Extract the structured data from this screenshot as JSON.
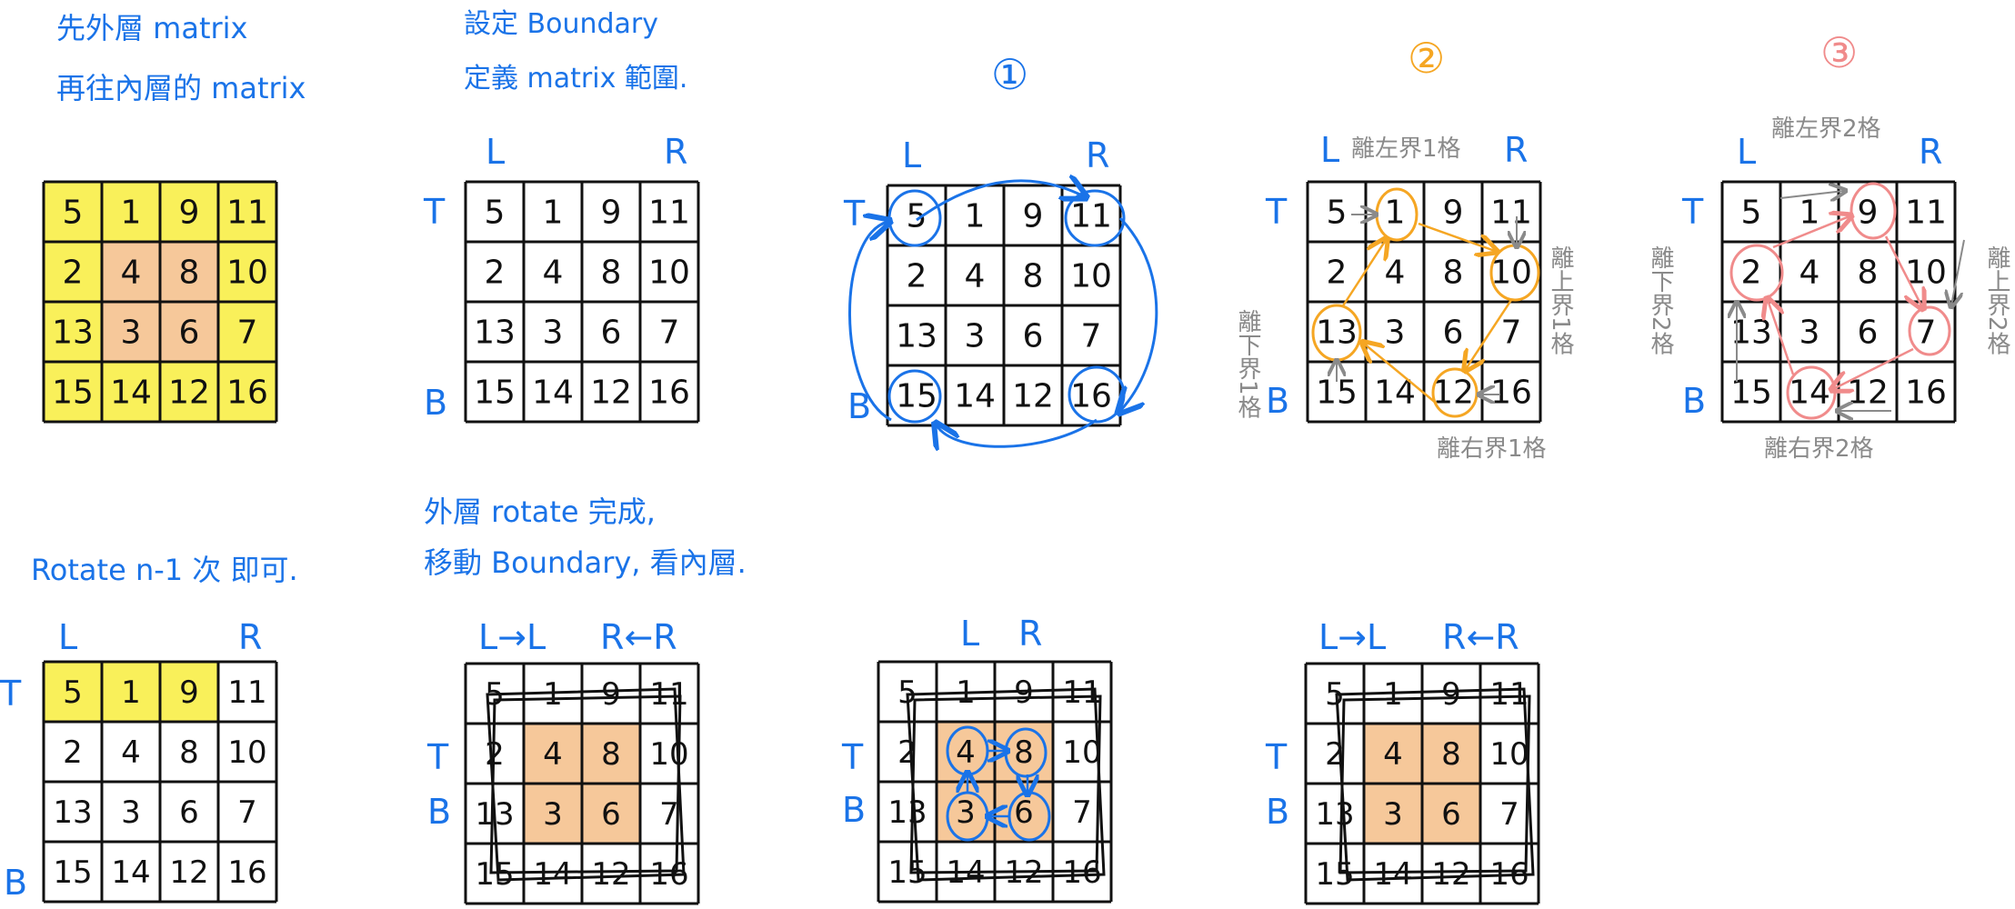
{
  "matrix": [
    [
      "5",
      "1",
      "9",
      "11"
    ],
    [
      "2",
      "4",
      "8",
      "10"
    ],
    [
      "13",
      "3",
      "6",
      "7"
    ],
    [
      "15",
      "14",
      "12",
      "16"
    ]
  ],
  "notes": {
    "note1_line1": "先外層 matrix",
    "note1_line2": "再往內層的 matrix",
    "note2_line1": "設定 Boundary",
    "note2_line2": "定義 matrix 範圍.",
    "note3": "Rotate  n-1 次 即可.",
    "note4_line1": "外層 rotate 完成,",
    "note4_line2": "移動 Boundary, 看內層."
  },
  "step_labels": {
    "s1": "①",
    "s2": "②",
    "s3": "③"
  },
  "boundary": {
    "L": "L",
    "R": "R",
    "T": "T",
    "B": "B",
    "L_move": "L→L",
    "R_move": "R←R"
  },
  "annotations": {
    "left_1": "離左界1格",
    "right_1": "離右界1格",
    "top_1": "離上界1格",
    "bottom_1": "離下界1格",
    "left_2": "離左界2格",
    "right_2": "離右界2格",
    "top_2": "離上界2格",
    "bottom_2": "離下界2格"
  },
  "colors": {
    "blue": "#1a73e8",
    "yellow": "#f9f05a",
    "peach": "#f6c89a",
    "orange": "#f5a623",
    "pink": "#f08b8b",
    "gray": "#8a8a8a"
  }
}
